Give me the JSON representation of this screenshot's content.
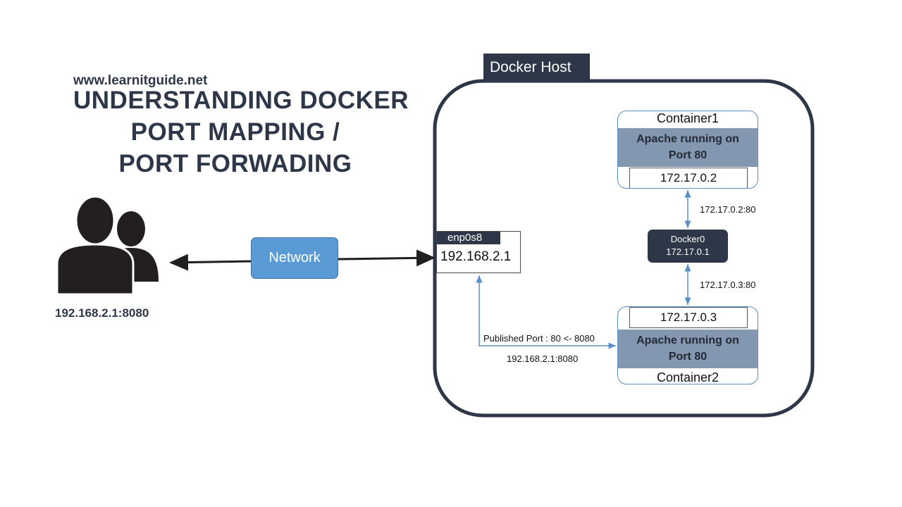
{
  "header": {
    "website": "www.learnitguide.net",
    "title_lines": [
      "UNDERSTANDING DOCKER",
      "PORT MAPPING /",
      "PORT FORWADING"
    ]
  },
  "user": {
    "icon": "users-icon",
    "address": "192.168.2.1:8080"
  },
  "network": {
    "label": "Network"
  },
  "docker_host": {
    "label": "Docker Host",
    "interface": {
      "name": "enp0s8",
      "ip": "192.168.2.1"
    },
    "docker0": {
      "name": "Docker0",
      "ip": "172.17.0.1"
    },
    "container1": {
      "name": "Container1",
      "service": "Apache running on Port 80",
      "ip": "172.17.0.2",
      "link_label": "172.17.0.2:80"
    },
    "container2": {
      "name": "Container2",
      "service": "Apache running on Port 80",
      "ip": "172.17.0.3",
      "link_label": "172.17.0.3:80"
    },
    "published_port": "Published Port : 80 <- 8080",
    "published_address": "192.168.2.1:8080"
  },
  "colors": {
    "dark": "#2e3747",
    "network_fill": "#5b9bd5",
    "service_band": "#8497b0",
    "connector": "#5b8fc7"
  }
}
